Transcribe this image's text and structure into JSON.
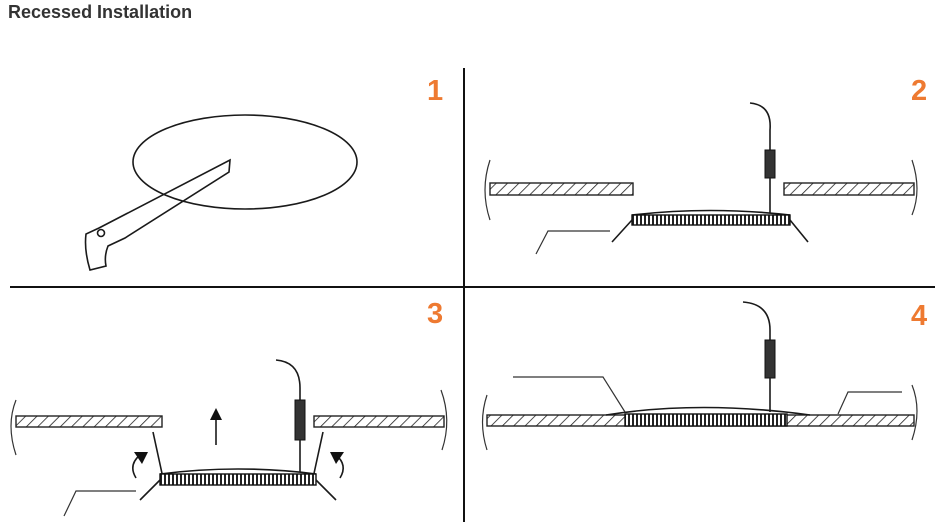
{
  "title": "Recessed Installation",
  "accent_color": "#ee7a31",
  "steps": [
    {
      "number": "1",
      "depiction": "cutting-hole-with-knife"
    },
    {
      "number": "2",
      "depiction": "panel-connected-below-ceiling"
    },
    {
      "number": "3",
      "depiction": "springs-folded-panel-pushed-up"
    },
    {
      "number": "4",
      "depiction": "panel-installed-flush"
    }
  ]
}
